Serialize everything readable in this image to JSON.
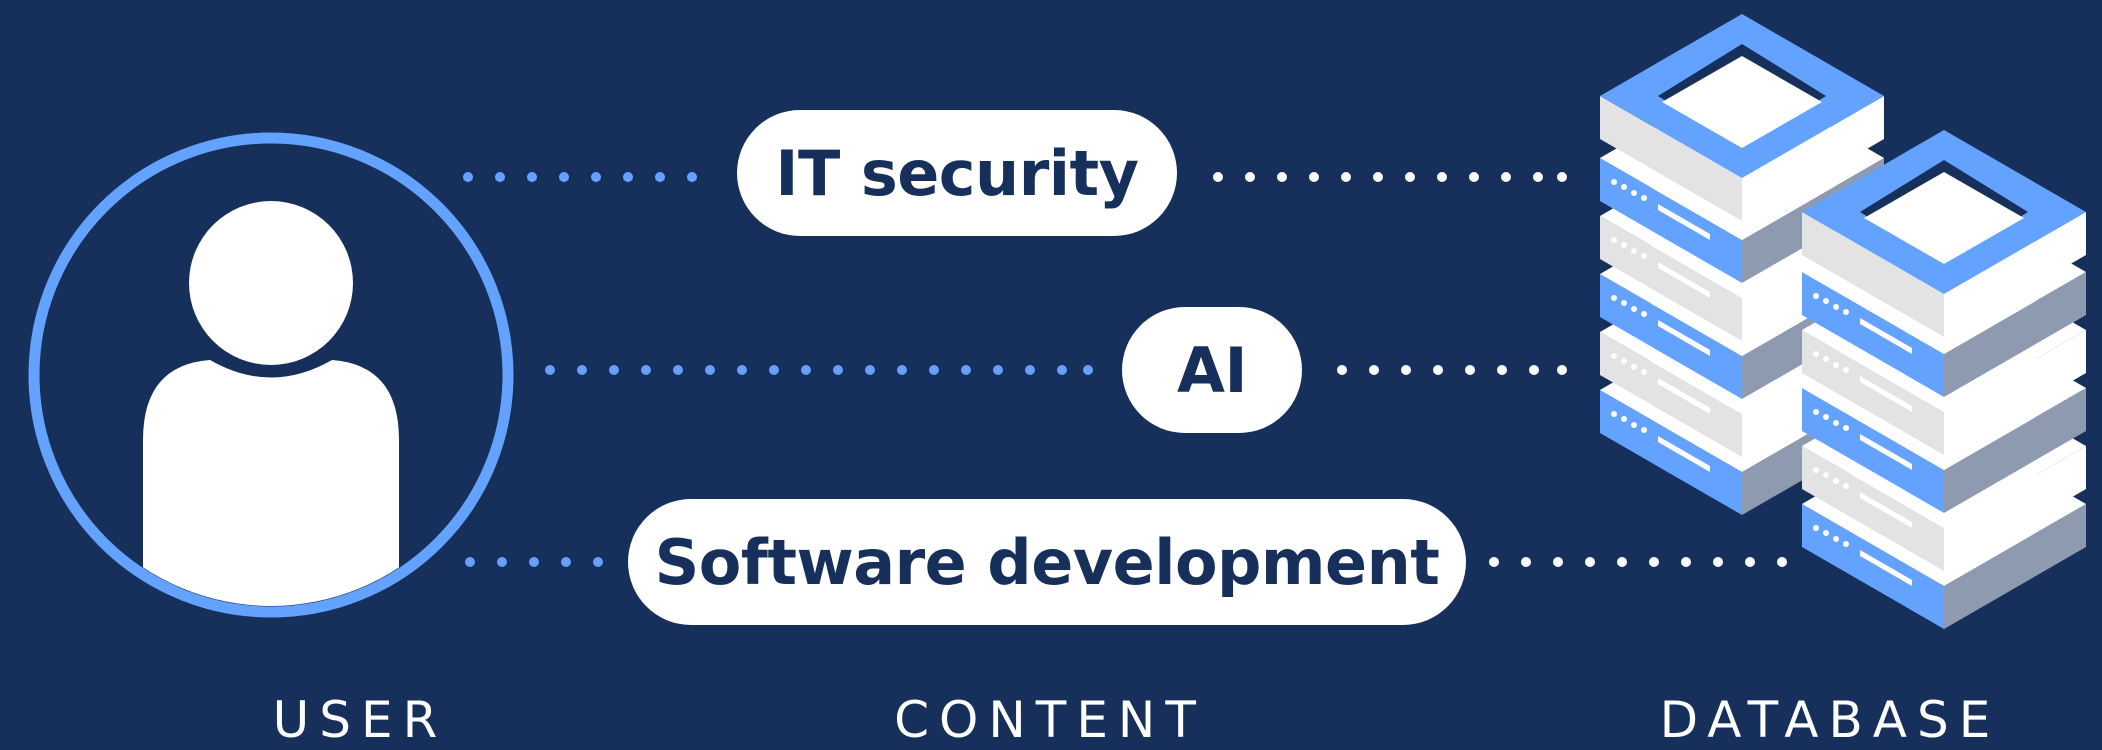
{
  "nodes": {
    "user_label": "USER",
    "content_label": "CONTENT",
    "database_label": "DATABASE"
  },
  "content_items": [
    {
      "label": "IT security"
    },
    {
      "label": "AI"
    },
    {
      "label": "Software development"
    }
  ],
  "colors": {
    "background": "#17305b",
    "accent_blue": "#63a2ff",
    "dot_white": "#ffffff",
    "server_light": "#e3e3e3",
    "server_gray": "#8e9ab0"
  },
  "icons": {
    "user": "user-avatar-icon",
    "database": "server-stack-icon"
  }
}
